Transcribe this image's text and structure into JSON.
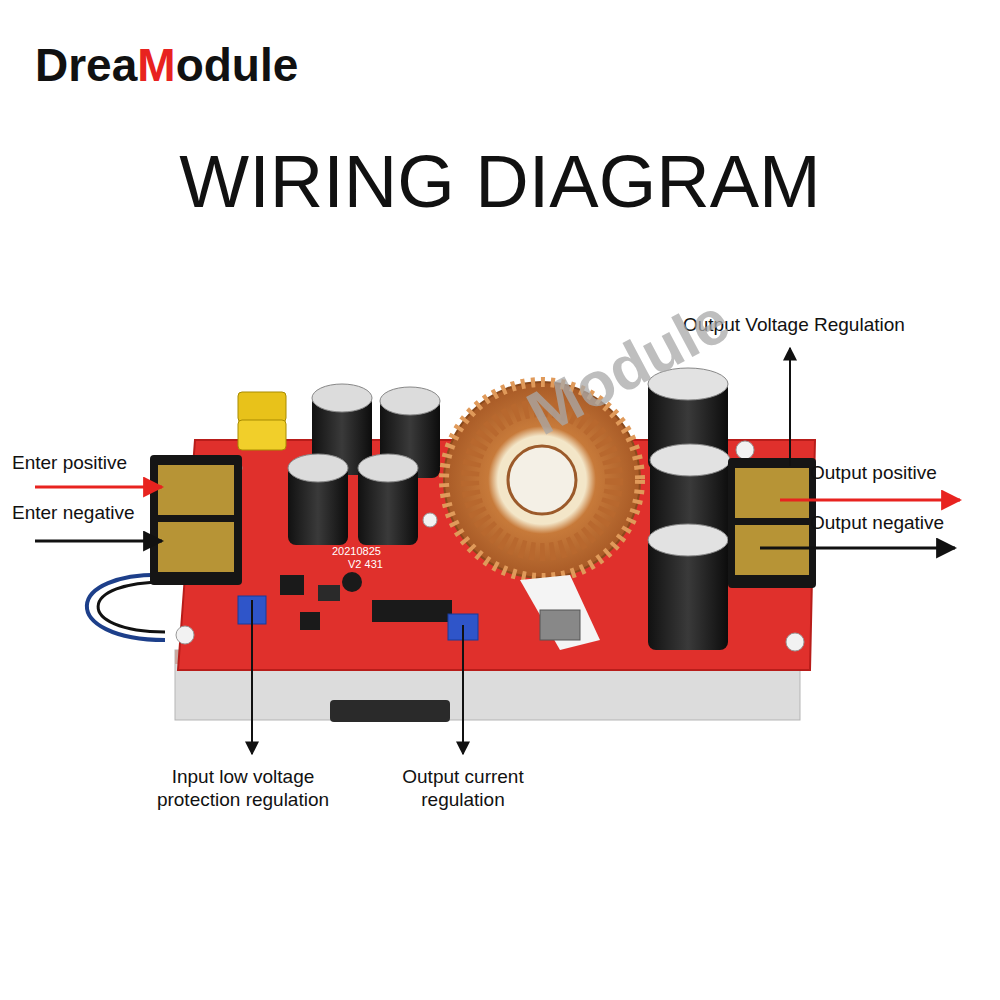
{
  "diagram": {
    "title": "WIRING DIAGRAM",
    "labels": [
      "DreaModule",
      "Output Voltage Regulation",
      "Enter positive",
      "Enter negative",
      "Output positive",
      "Output negative",
      "Input low voltage protection regulation",
      "Output current regulation",
      "20210825",
      "V2 431",
      "Module"
    ]
  }
}
